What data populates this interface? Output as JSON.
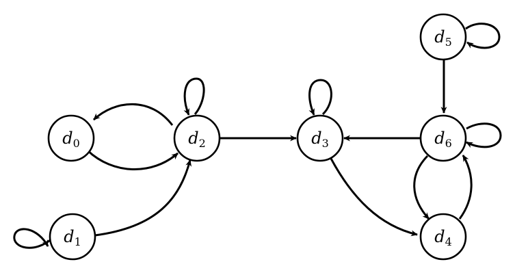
{
  "diagram": {
    "nodes": [
      {
        "id": "d0",
        "base": "d",
        "sub": "0"
      },
      {
        "id": "d1",
        "base": "d",
        "sub": "1"
      },
      {
        "id": "d2",
        "base": "d",
        "sub": "2"
      },
      {
        "id": "d3",
        "base": "d",
        "sub": "3"
      },
      {
        "id": "d4",
        "base": "d",
        "sub": "4"
      },
      {
        "id": "d5",
        "base": "d",
        "sub": "5"
      },
      {
        "id": "d6",
        "base": "d",
        "sub": "6"
      }
    ],
    "edges": [
      {
        "from": "d2",
        "to": "d0"
      },
      {
        "from": "d0",
        "to": "d2"
      },
      {
        "from": "d1",
        "to": "d2"
      },
      {
        "from": "d2",
        "to": "d3"
      },
      {
        "from": "d3",
        "to": "d4"
      },
      {
        "from": "d6",
        "to": "d3"
      },
      {
        "from": "d5",
        "to": "d6"
      },
      {
        "from": "d6",
        "to": "d4"
      },
      {
        "from": "d4",
        "to": "d6"
      },
      {
        "from": "d1",
        "to": "d1"
      },
      {
        "from": "d2",
        "to": "d2"
      },
      {
        "from": "d3",
        "to": "d3"
      },
      {
        "from": "d5",
        "to": "d5"
      },
      {
        "from": "d6",
        "to": "d6"
      }
    ]
  }
}
